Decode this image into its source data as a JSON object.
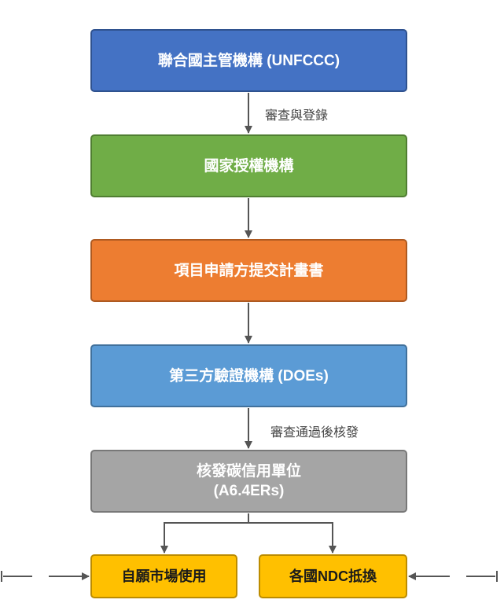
{
  "diagram": {
    "nodes": {
      "unfccc": "聯合國主管機構 (UNFCCC)",
      "dna": "國家授權機構",
      "project_participant": "項目申請方提交計畫書",
      "doe": "第三方驗證機構 (DOEs)",
      "issuance_line1": "核發碳信用單位",
      "issuance_line2": "(A6.4ERs)",
      "voluntary_market": "自願市場使用",
      "ndc_offset": "各國NDC抵換"
    },
    "edge_labels": {
      "review_register": "審查與登錄",
      "approved_issue": "審查通過後核發"
    }
  },
  "colors": {
    "unfccc": "#4472c4",
    "dna": "#70ad47",
    "project_participant": "#ed7d31",
    "doe": "#5b9bd5",
    "issuance": "#a5a5a5",
    "endpoints": "#ffc000",
    "arrows": "#555555"
  }
}
